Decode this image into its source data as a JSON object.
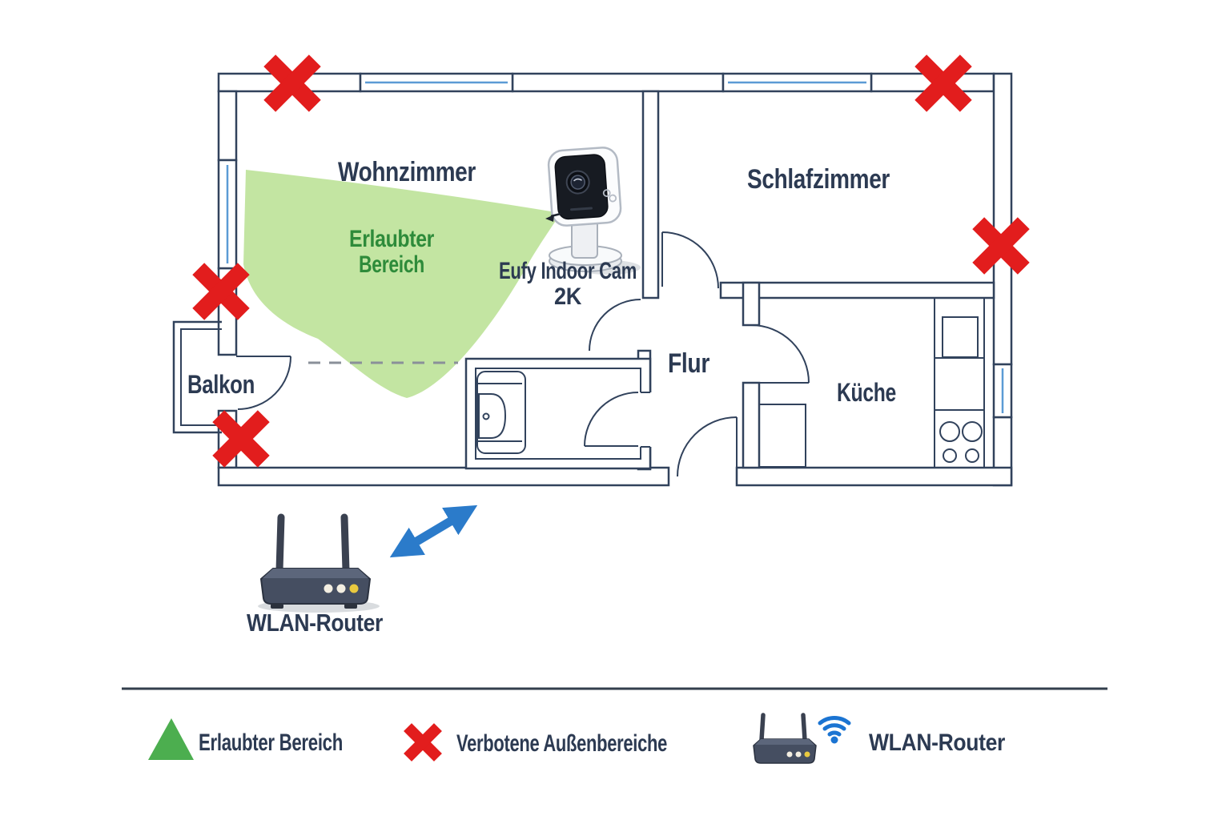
{
  "diagram": {
    "rooms": {
      "wohnzimmer": "Wohnzimmer",
      "schlafzimmer": "Schlafzimmer",
      "balkon": "Balkon",
      "flur": "Flur",
      "kueche": "Küche"
    },
    "allowed_area": {
      "line1": "Erlaubter",
      "line2": "Bereich"
    },
    "camera_label": {
      "line1": "Eufy Indoor Cam",
      "line2": "2K"
    },
    "router_label": "WLAN-Router",
    "forbidden_marks": 5
  },
  "legend": {
    "allowed_label": "Erlaubter Bereich",
    "forbidden_label": "Verbotene Außenbereiche",
    "router_label": "WLAN-Router"
  },
  "colors": {
    "wall": "#31425c",
    "text": "#2c3a52",
    "allowed_fill": "#b9e092",
    "allowed_text": "#2e8b3a",
    "forbidden_red": "#e21d1d",
    "arrow_blue": "#2b7bca",
    "window_blue": "#5b9bd5",
    "wifi_blue": "#1b74d2",
    "triangle_green": "#4cae4f"
  }
}
